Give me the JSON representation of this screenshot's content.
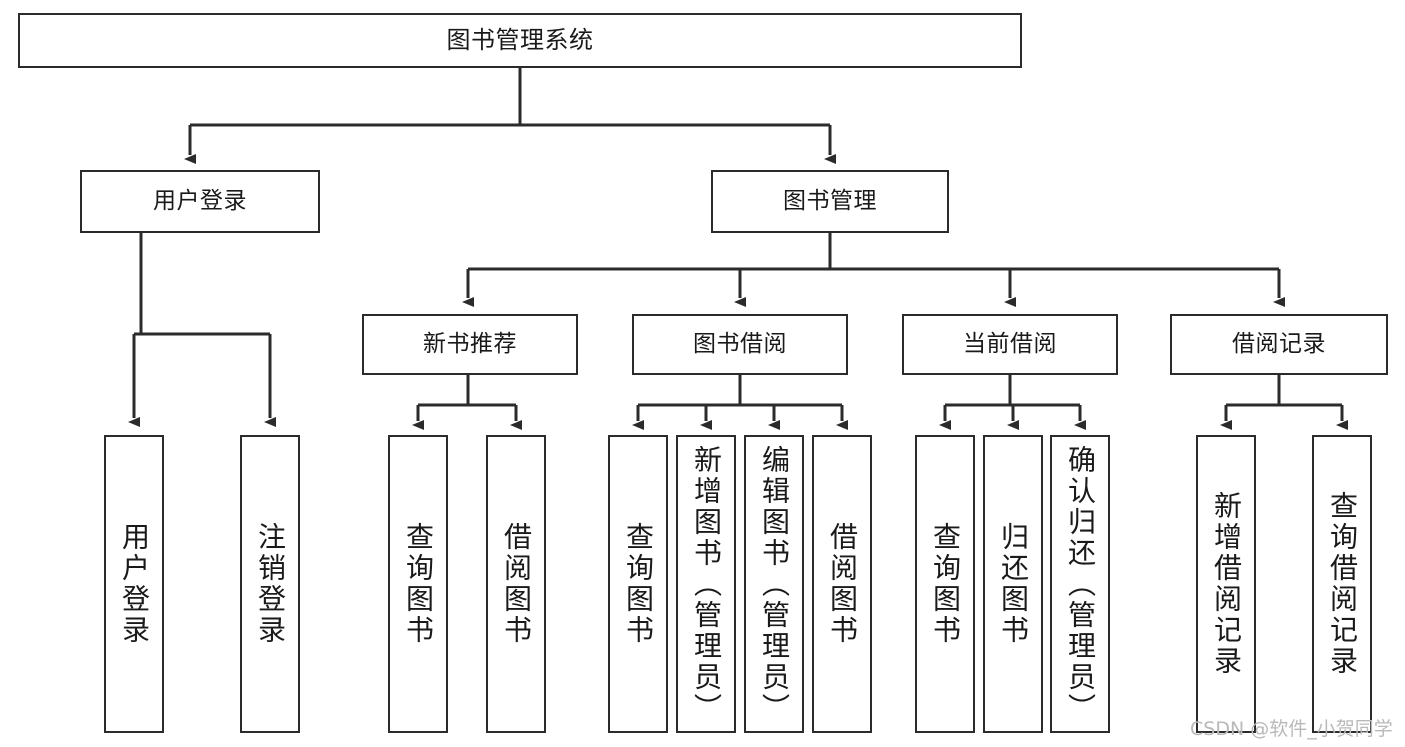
{
  "diagram": {
    "type": "tree",
    "title": "图书管理系统",
    "orientation": "top-down",
    "line_color": "#2b2b2b",
    "box_fill": "#ffffff",
    "text_color": "#1a1a1a",
    "root": {
      "label": "图书管理系统"
    },
    "level2": [
      {
        "label": "用户登录"
      },
      {
        "label": "图书管理"
      }
    ],
    "level3": [
      {
        "label": "新书推荐"
      },
      {
        "label": "图书借阅"
      },
      {
        "label": "当前借阅"
      },
      {
        "label": "借阅记录"
      }
    ],
    "leaves": {
      "user_login": [
        {
          "label": "用户登录"
        },
        {
          "label": "注销登录"
        }
      ],
      "new_book_recommend": [
        {
          "label": "查询图书"
        },
        {
          "label": "借阅图书"
        }
      ],
      "book_borrow": [
        {
          "label": "查询图书"
        },
        {
          "label": "新增图书（管理员）"
        },
        {
          "label": "编辑图书（管理员）"
        },
        {
          "label": "借阅图书"
        }
      ],
      "current_borrow": [
        {
          "label": "查询图书"
        },
        {
          "label": "归还图书"
        },
        {
          "label": "确认归还（管理员）"
        }
      ],
      "borrow_record": [
        {
          "label": "新增借阅记录"
        },
        {
          "label": "查询借阅记录"
        }
      ]
    }
  },
  "watermark": {
    "text": "CSDN @软件_小贺同学",
    "color": "#b9b9b9"
  }
}
